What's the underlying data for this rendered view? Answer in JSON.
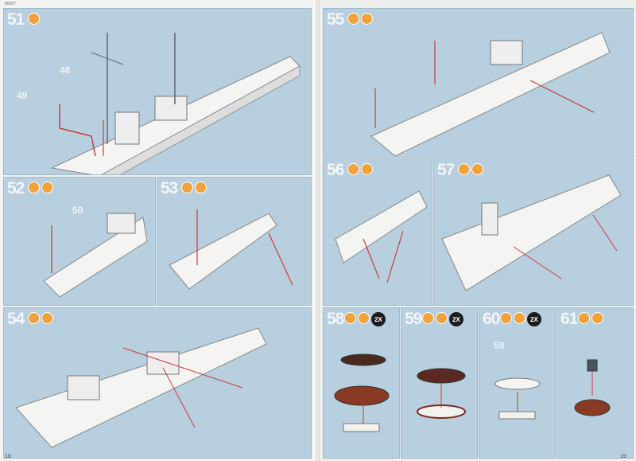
{
  "header": {
    "code": "80307"
  },
  "pages": {
    "left_number": "18",
    "right_number": "19"
  },
  "steps": {
    "s51": {
      "number": "51",
      "callout_a": "48",
      "callout_b": "49"
    },
    "s52": {
      "number": "52",
      "callout_a": "50"
    },
    "s53": {
      "number": "53"
    },
    "s54": {
      "number": "54"
    },
    "s55": {
      "number": "55"
    },
    "s56": {
      "number": "56"
    },
    "s57": {
      "number": "57"
    },
    "s58": {
      "number": "58",
      "repeat": "2X"
    },
    "s59": {
      "number": "59",
      "repeat": "2X"
    },
    "s60": {
      "number": "60",
      "repeat": "2X",
      "callout_a": "59"
    },
    "s61": {
      "number": "61"
    }
  },
  "colors": {
    "panel": "#b7cfdf",
    "step_text": "#f4f6f8",
    "tool_icon": "#f2a23a",
    "guide_line": "#d23a3a"
  }
}
